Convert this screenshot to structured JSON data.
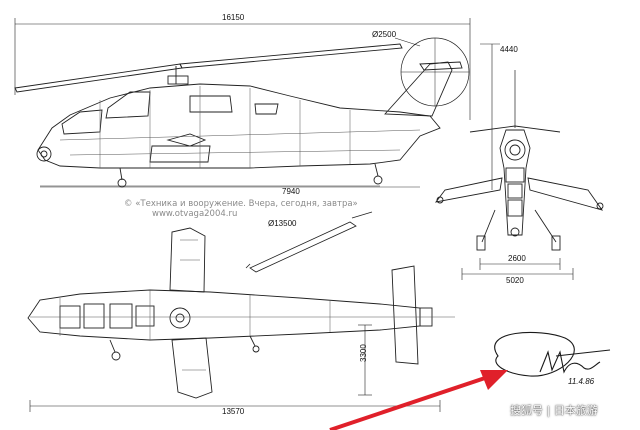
{
  "copyright": {
    "line1": "© «Техника и вооружение. Вчера, сегодня, завтра»",
    "line2": "www.otvaga2004.ru"
  },
  "dimensions": {
    "overall_length": "16150",
    "fuselage_length": "7940",
    "tail_rotor_dia": "Ø2500",
    "height": "4440",
    "main_rotor_dia": "Ø13500",
    "track": "2600",
    "stabilizer_span": "5020",
    "span_plan": "3300",
    "length_plan": "13570"
  },
  "signature": {
    "text": "Мил",
    "date": "11.4.86"
  },
  "watermark": {
    "text": "搜狐号 | 日本旅游"
  },
  "colors": {
    "line": "#222222",
    "thin": "#444444",
    "arrow": "#e0202a",
    "copy": "#8a8a8a"
  }
}
